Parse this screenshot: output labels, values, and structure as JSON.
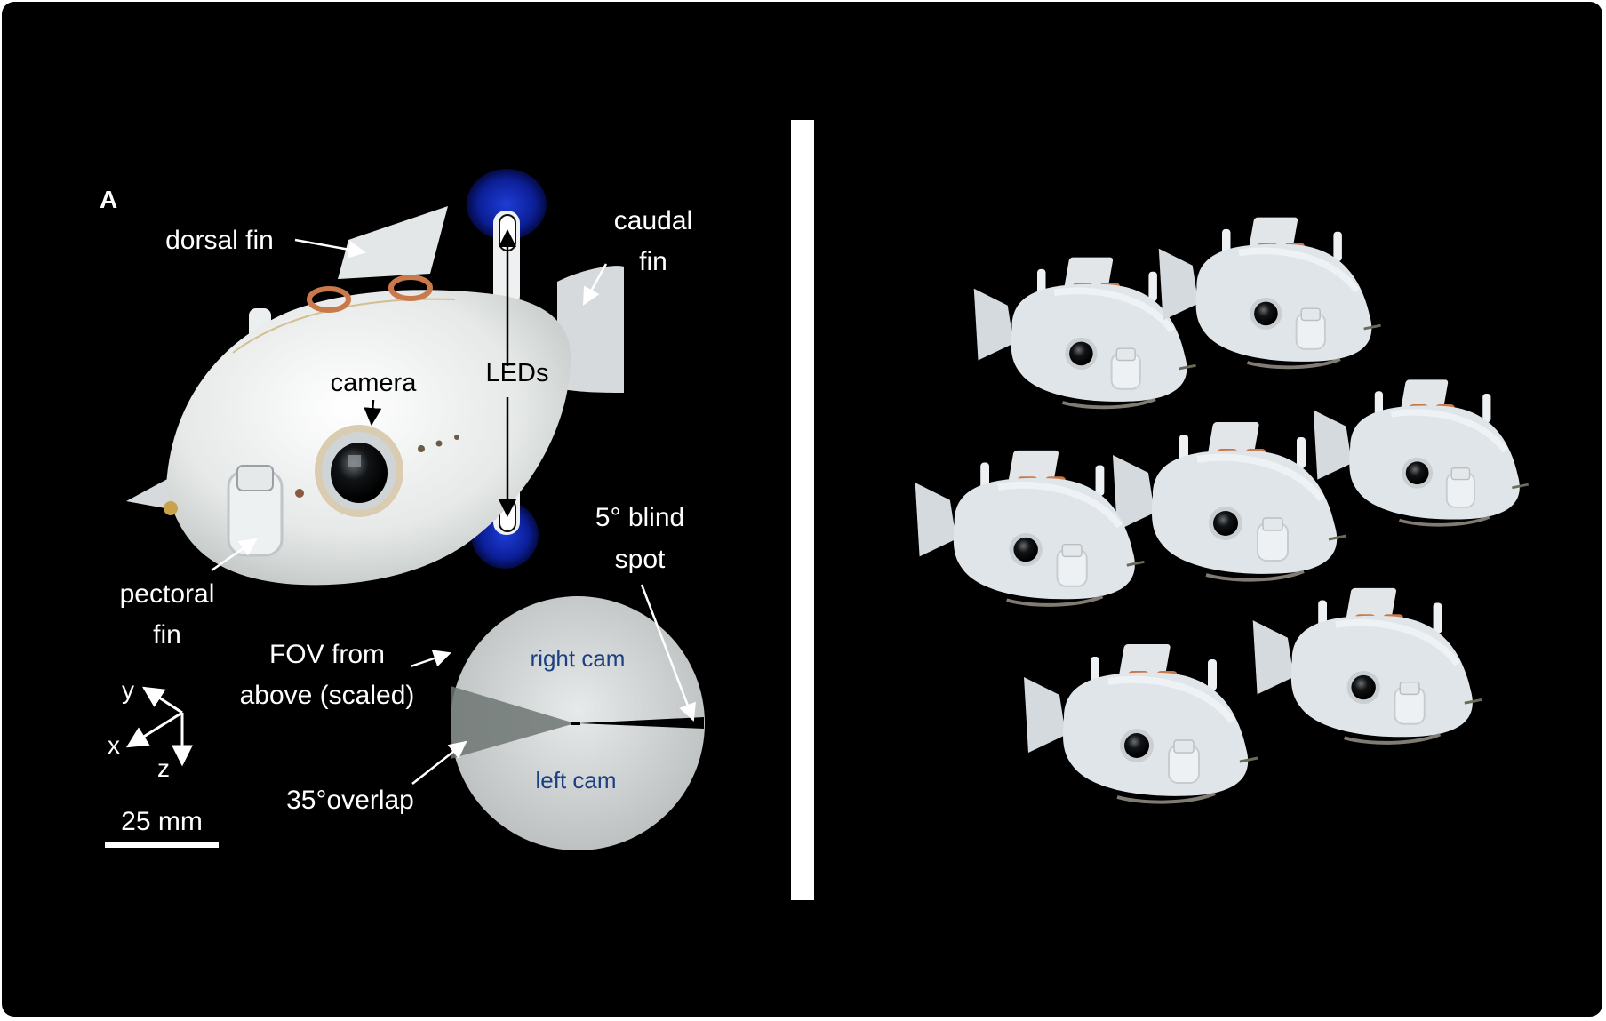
{
  "panel_a": {
    "panel_letter": "A",
    "labels": {
      "dorsal_fin": "dorsal fin",
      "caudal_fin_line1": "caudal",
      "caudal_fin_line2": "fin",
      "camera": "camera",
      "leds": "LEDs",
      "pectoral_fin_line1": "pectoral",
      "pectoral_fin_line2": "fin",
      "blind_spot_line1": "5° blind",
      "blind_spot_line2": "spot",
      "fov_line1": "FOV from",
      "fov_line2": "above (scaled)",
      "overlap": "35°overlap",
      "right_cam": "right cam",
      "left_cam": "left cam"
    },
    "axes": {
      "y": "y",
      "x": "x",
      "z": "z"
    },
    "scale_bar": "25 mm"
  },
  "colors": {
    "background": "#000000",
    "robot_body": "#e9ebe9",
    "led_glow": "#0a1f9a",
    "copper": "#c9794a",
    "cam_label": "#1c3f82",
    "divider": "#ffffff"
  },
  "swarm": {
    "robot_count": 7
  }
}
